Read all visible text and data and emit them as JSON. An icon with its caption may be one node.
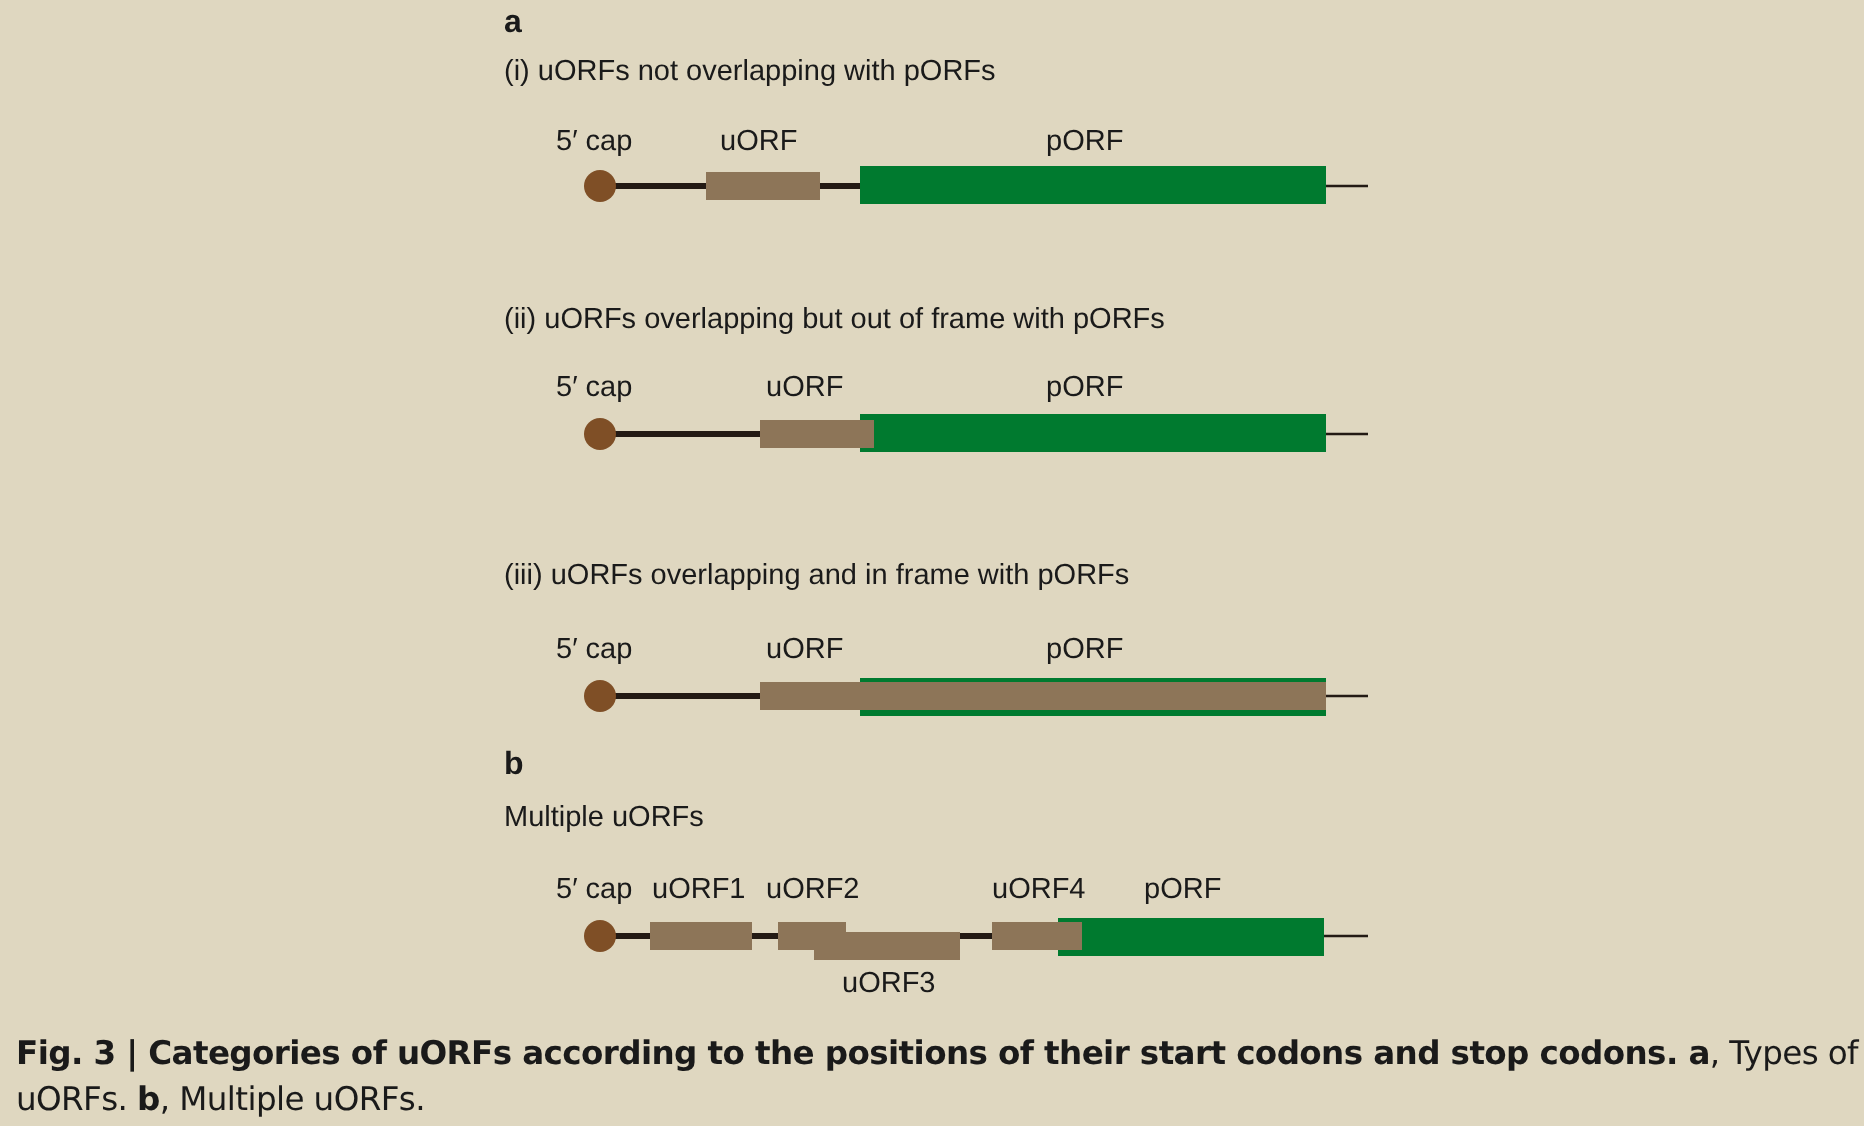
{
  "diagram": {
    "caption": "**Fig. 3 | Categories of uORFs according to the positions of their start codons and stop codons. a**, Types of uORFs. **b**, Multiple uORFs.",
    "labels": [
      "a",
      "(i) uORFs not overlapping with pORFs",
      "5′ cap",
      "uORF",
      "pORF",
      "(ii) uORFs overlapping but out of frame with pORFs",
      "5′ cap",
      "uORF",
      "pORF",
      "(iii) uORFs overlapping and in frame with pORFs",
      "5′ cap",
      "uORF",
      "pORF",
      "b",
      "Multiple uORFs",
      "5′ cap",
      "uORF1",
      "uORF2",
      "uORF4",
      "pORF",
      "uORF3"
    ]
  }
}
